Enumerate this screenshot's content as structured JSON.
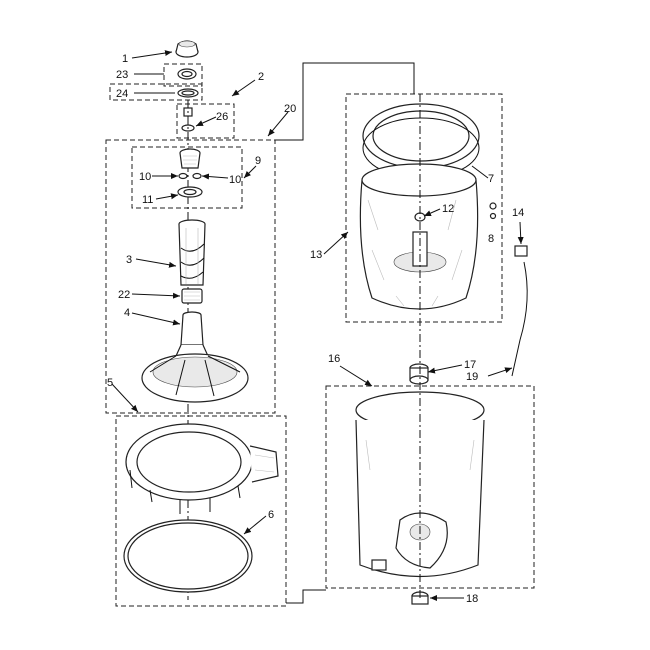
{
  "labels": {
    "p1": "1",
    "p2": "2",
    "p3": "3",
    "p4": "4",
    "p5": "5",
    "p6": "6",
    "p7": "7",
    "p8": "8",
    "p9": "9",
    "p10a": "10",
    "p10b": "10",
    "p11": "11",
    "p12": "12",
    "p13": "13",
    "p14": "14",
    "p16": "16",
    "p17": "17",
    "p18": "18",
    "p19": "19",
    "p20": "20",
    "p22": "22",
    "p23": "23",
    "p24": "24",
    "p26": "26"
  }
}
